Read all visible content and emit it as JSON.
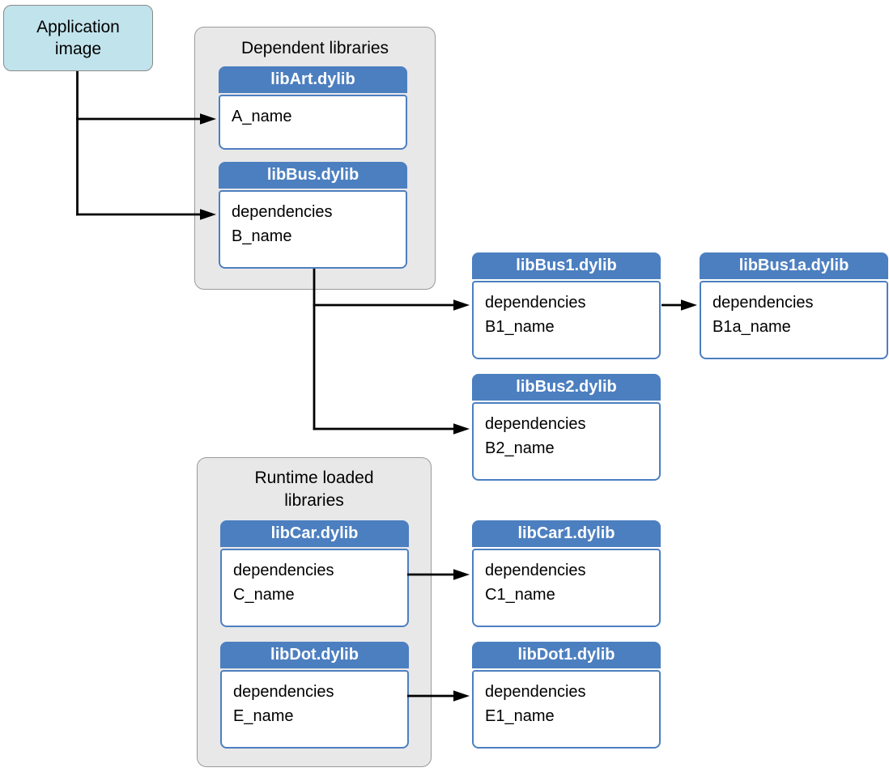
{
  "app_image": {
    "label": "Application image"
  },
  "groups": {
    "dependent": {
      "label": "Dependent libraries"
    },
    "runtime": {
      "label": "Runtime loaded libraries"
    }
  },
  "nodes": {
    "libArt": {
      "title": "libArt.dylib",
      "lines": [
        "A_name"
      ]
    },
    "libBus": {
      "title": "libBus.dylib",
      "lines": [
        "dependencies",
        "B_name"
      ]
    },
    "libBus1": {
      "title": "libBus1.dylib",
      "lines": [
        "dependencies",
        "B1_name"
      ]
    },
    "libBus1a": {
      "title": "libBus1a.dylib",
      "lines": [
        "dependencies",
        "B1a_name"
      ]
    },
    "libBus2": {
      "title": "libBus2.dylib",
      "lines": [
        "dependencies",
        "B2_name"
      ]
    },
    "libCar": {
      "title": "libCar.dylib",
      "lines": [
        "dependencies",
        "C_name"
      ]
    },
    "libCar1": {
      "title": "libCar1.dylib",
      "lines": [
        "dependencies",
        "C1_name"
      ]
    },
    "libDot": {
      "title": "libDot.dylib",
      "lines": [
        "dependencies",
        "E_name"
      ]
    },
    "libDot1": {
      "title": "libDot1.dylib",
      "lines": [
        "dependencies",
        "E1_name"
      ]
    }
  },
  "edges": [
    {
      "from": "Application image",
      "to": "libArt.dylib"
    },
    {
      "from": "Application image",
      "to": "libBus.dylib"
    },
    {
      "from": "libBus.dylib",
      "to": "libBus1.dylib"
    },
    {
      "from": "libBus.dylib",
      "to": "libBus2.dylib"
    },
    {
      "from": "libBus1.dylib",
      "to": "libBus1a.dylib"
    },
    {
      "from": "libCar.dylib",
      "to": "libCar1.dylib"
    },
    {
      "from": "libDot.dylib",
      "to": "libDot1.dylib"
    }
  ],
  "colors": {
    "header_blue": "#4C7FC0",
    "box_border_blue": "#4C7FC0",
    "container_fill": "#E8E8E9",
    "container_border": "#9A9A9A",
    "app_fill": "#C1E3EC",
    "app_border": "#8A8A8A",
    "arrow_black": "#000000",
    "text_black": "#000000"
  }
}
